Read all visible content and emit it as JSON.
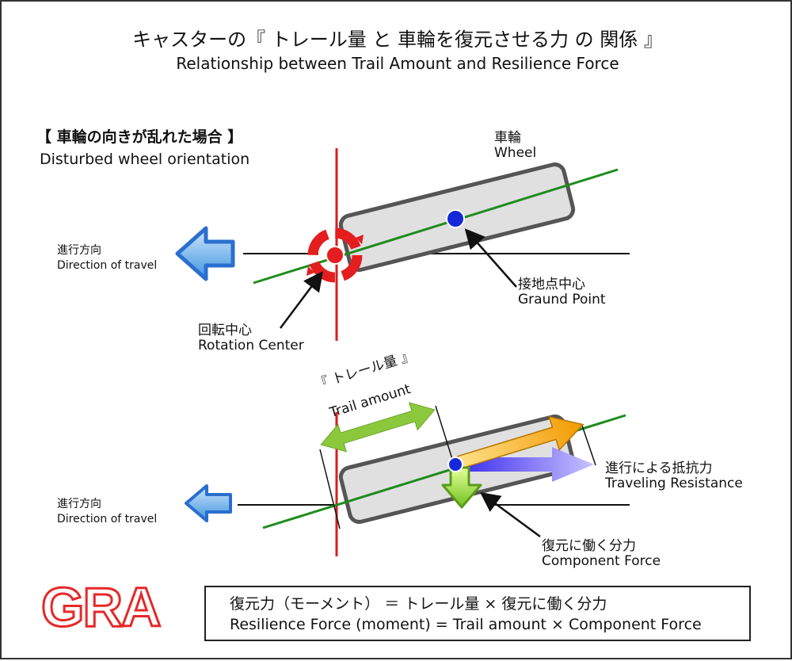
{
  "title": {
    "jp": "キャスターの『 トレール量 と 車輪を復元させる力 の 関係 』",
    "en": "Relationship between Trail Amount and Resilience Force"
  },
  "section": {
    "jp": "【 車輪の向きが乱れた場合 】",
    "en": "Disturbed wheel orientation"
  },
  "top": {
    "wheel_jp": "車輪",
    "wheel_en": "Wheel",
    "dir_jp": "進行方向",
    "dir_en": "Direction of travel",
    "ground_jp": "接地点中心",
    "ground_en": "Graund Point",
    "rot_jp": "回転中心",
    "rot_en": "Rotation Center"
  },
  "bottom": {
    "trail_jp": "『 トレール量 』",
    "trail_en": "Trail amount",
    "resist_jp": "進行による抵抗力",
    "resist_en": "Traveling Resistance",
    "dir_jp": "進行方向",
    "dir_en": "Direction of travel",
    "comp_jp": "復元に働く分力",
    "comp_en": "Component Force"
  },
  "logo": "GRA",
  "formula": {
    "jp": "復元力（モーメント） ＝ トレール量 × 復元に働く分力",
    "en": "Resilience Force (moment) = Trail amount ×  Component Force"
  },
  "colors": {
    "red_axis": "#d81e1e",
    "green_line": "#1e8c1e",
    "blue_point": "#1428d8",
    "arrow_blue": "#4fa8e8",
    "trail_green": "#8cc83c",
    "orange": "#f5a000",
    "purple": "#6a3cf0",
    "logo_red": "#e62828",
    "wheel_fill": "#e0e0e0"
  }
}
